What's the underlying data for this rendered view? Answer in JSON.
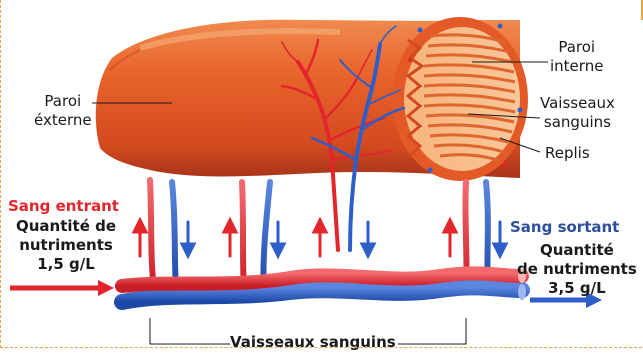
{
  "labels": {
    "paroi_externe_1": "Paroi",
    "paroi_externe_2": "éxterne",
    "paroi_interne_1": "Paroi",
    "paroi_interne_2": "interne",
    "vaisseaux_top_1": "Vaisseaux",
    "vaisseaux_top_2": "sanguins",
    "replis": "Replis",
    "sang_entrant": "Sang entrant",
    "entrant_q1": "Quantité de",
    "entrant_q2": "nutriments",
    "entrant_q3": "1,5 g/L",
    "sang_sortant": "Sang sortant",
    "sortant_q1": "Quantité",
    "sortant_q2": "de nutriments",
    "sortant_q3": "3,5 g/L",
    "vaisseaux_bottom": "Vaisseaux sanguins"
  },
  "colors": {
    "artery": "#e2262b",
    "vein": "#2e5ec9",
    "intestine_outer": "#e2672e",
    "intestine_inner": "#f5a96b",
    "frame": "#f2a24a"
  }
}
